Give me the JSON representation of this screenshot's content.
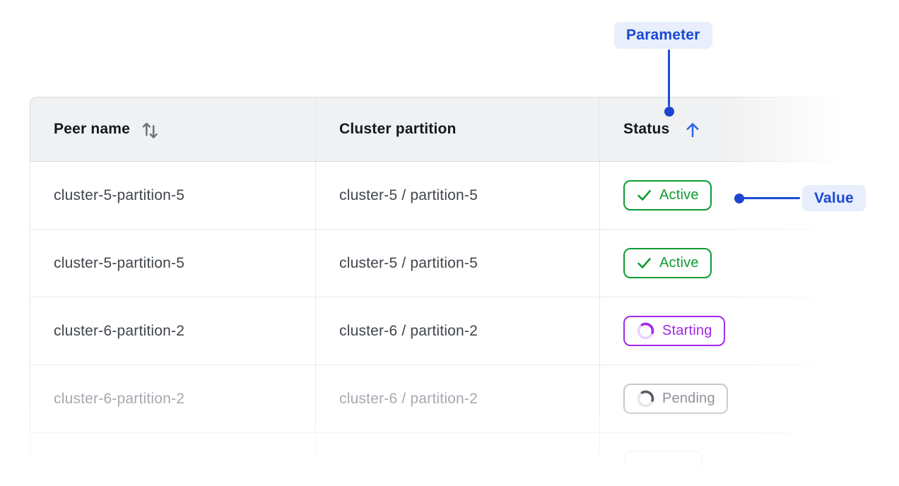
{
  "annotations": {
    "parameter_label": "Parameter",
    "value_label": "Value"
  },
  "table": {
    "headers": [
      {
        "label": "Peer name",
        "sort_icon": "sort-arrows-icon",
        "sort_state": "sortable"
      },
      {
        "label": "Cluster partition",
        "sort_icon": "none",
        "sort_state": "none"
      },
      {
        "label": "Status",
        "sort_icon": "arrow-up-icon",
        "sort_state": "ascending"
      }
    ],
    "rows": [
      {
        "peer_name": "cluster-5-partition-5",
        "cluster_partition": "cluster-5 / partition-5",
        "status": "Active",
        "status_icon": "check-icon",
        "muted": false
      },
      {
        "peer_name": "cluster-5-partition-5",
        "cluster_partition": "cluster-5 / partition-5",
        "status": "Active",
        "status_icon": "check-icon",
        "muted": false
      },
      {
        "peer_name": "cluster-6-partition-2",
        "cluster_partition": "cluster-6 / partition-2",
        "status": "Starting",
        "status_icon": "spinner-icon",
        "muted": false
      },
      {
        "peer_name": "cluster-6-partition-2",
        "cluster_partition": "cluster-6 / partition-2",
        "status": "Pending",
        "status_icon": "spinner-icon",
        "muted": true
      },
      {
        "peer_name": "",
        "cluster_partition": "",
        "status": "",
        "status_icon": "none",
        "muted": true
      }
    ]
  },
  "colors": {
    "annotation_blue": "#1c4bd4",
    "annotation_pill_bg": "#e8eefb",
    "sort_ascending_blue": "#2f62e6",
    "status_active_green": "#0f9b30",
    "status_starting_purple": "#a228ec",
    "status_pending_gray": "#8e929a",
    "header_bg": "#f0f1f2",
    "border_gray": "#e7e8ea"
  }
}
